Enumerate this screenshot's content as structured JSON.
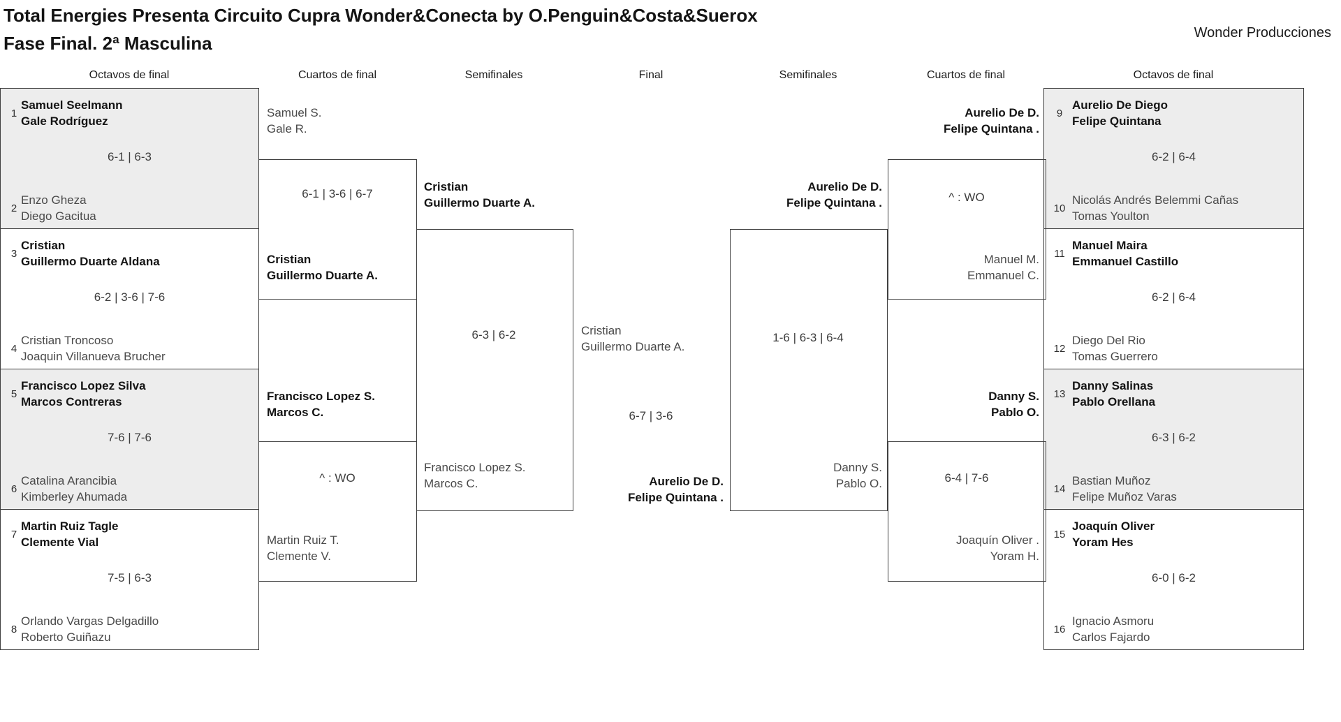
{
  "header": {
    "title_line1": "Total Energies Presenta Circuito Cupra Wonder&Conecta by O.Penguin&Costa&Suerox",
    "title_line2": "Fase Final. 2ª Masculina",
    "brand": "Wonder Producciones"
  },
  "rounds": {
    "r1": "Octavos de final",
    "r2": "Cuartos de final",
    "r3": "Semifinales",
    "r4": "Final",
    "r5": "Semifinales",
    "r6": "Cuartos de final",
    "r7": "Octavos de final"
  },
  "octavos_left": {
    "m1": {
      "seed_a": "1",
      "a1": "Samuel Seelmann",
      "a2": "Gale Rodríguez",
      "score": "6-1 | 6-3",
      "seed_b": "2",
      "b1": "Enzo Gheza",
      "b2": "Diego Gacitua"
    },
    "m2": {
      "seed_a": "3",
      "a1": "Cristian",
      "a2": "Guillermo Duarte Aldana",
      "score": "6-2 | 3-6 | 7-6",
      "seed_b": "4",
      "b1": "Cristian Troncoso",
      "b2": "Joaquin Villanueva Brucher"
    },
    "m3": {
      "seed_a": "5",
      "a1": "Francisco Lopez Silva",
      "a2": "Marcos Contreras",
      "score": "7-6 | 7-6",
      "seed_b": "6",
      "b1": "Catalina Arancibia",
      "b2": "Kimberley Ahumada"
    },
    "m4": {
      "seed_a": "7",
      "a1": "Martin Ruiz Tagle",
      "a2": "Clemente Vial",
      "score": "7-5 | 6-3",
      "seed_b": "8",
      "b1": "Orlando Vargas Delgadillo",
      "b2": "Roberto Guiñazu"
    }
  },
  "octavos_right": {
    "m1": {
      "seed_a": "9",
      "a1": "Aurelio De Diego",
      "a2": "Felipe Quintana",
      "score": "6-2 | 6-4",
      "seed_b": "10",
      "b1": "Nicolás Andrés Belemmi Cañas",
      "b2": "Tomas Youlton"
    },
    "m2": {
      "seed_a": "11",
      "a1": "Manuel Maira",
      "a2": "Emmanuel Castillo",
      "score": "6-2 | 6-4",
      "seed_b": "12",
      "b1": "Diego Del Rio",
      "b2": "Tomas Guerrero"
    },
    "m3": {
      "seed_a": "13",
      "a1": "Danny Salinas",
      "a2": "Pablo Orellana",
      "score": "6-3 | 6-2",
      "seed_b": "14",
      "b1": "Bastian Muñoz",
      "b2": "Felipe Muñoz Varas"
    },
    "m4": {
      "seed_a": "15",
      "a1": "Joaquín Oliver",
      "a2": "Yoram Hes",
      "score": "6-0 | 6-2",
      "seed_b": "16",
      "b1": "Ignacio Asmoru",
      "b2": "Carlos Fajardo"
    }
  },
  "quarterfinals_left": {
    "m1": {
      "top1": "Samuel S.",
      "top2": "Gale R.",
      "score": "6-1 | 3-6 | 6-7",
      "bottom1": "Cristian",
      "bottom2": "Guillermo Duarte A."
    },
    "m2": {
      "top1": "Francisco Lopez S.",
      "top2": "Marcos C.",
      "score": "^ : WO",
      "bottom1": "Martin Ruiz T.",
      "bottom2": "Clemente V."
    }
  },
  "quarterfinals_right": {
    "m1": {
      "top1": "Aurelio De D.",
      "top2": "Felipe Quintana .",
      "score": "^ : WO",
      "bottom1": "Manuel M.",
      "bottom2": "Emmanuel C."
    },
    "m2": {
      "top1": "Danny S.",
      "top2": "Pablo O.",
      "score": "6-4 | 7-6",
      "bottom1": "Joaquín Oliver .",
      "bottom2": "Yoram H."
    }
  },
  "semifinal_left": {
    "top1": "Cristian",
    "top2": "Guillermo Duarte A.",
    "score": "6-3 | 6-2",
    "bottom1": "Francisco Lopez S.",
    "bottom2": "Marcos C."
  },
  "semifinal_right": {
    "top1": "Aurelio De D.",
    "top2": "Felipe Quintana .",
    "score": "1-6 | 6-3 | 6-4",
    "bottom1": "Danny S.",
    "bottom2": "Pablo O."
  },
  "final": {
    "top1": "Cristian",
    "top2": "Guillermo Duarte A.",
    "score": "6-7 | 3-6",
    "bottom1": "Aurelio De D.",
    "bottom2": "Felipe Quintana ."
  }
}
